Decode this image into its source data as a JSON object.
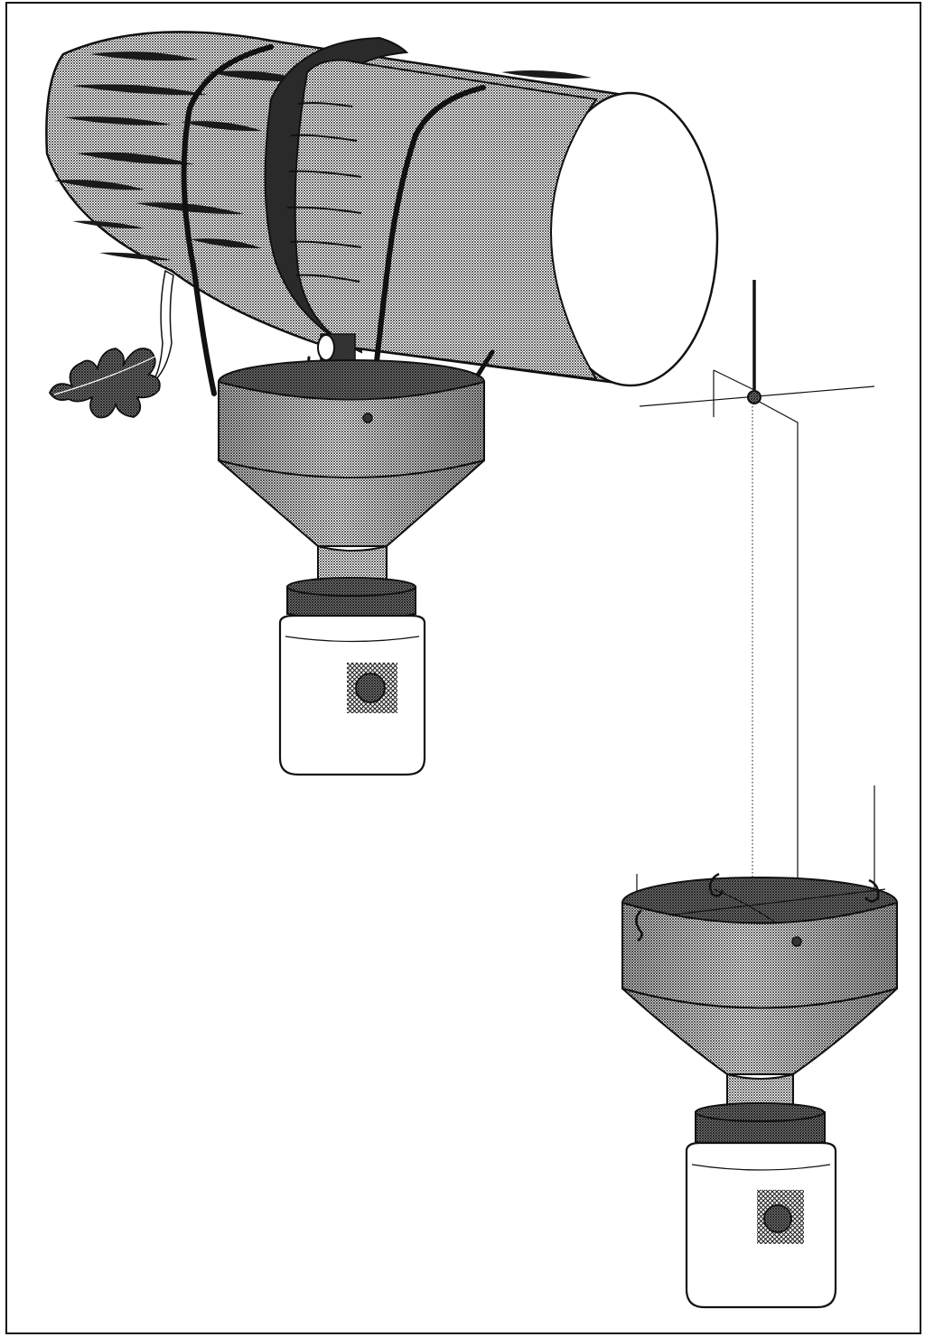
{
  "figure": {
    "kind": "line-art illustration",
    "subjects": [
      "trunk-emergence-trap-on-log",
      "hanging-funnel-trap"
    ],
    "colors": {
      "ink": "#111111",
      "stipple_light": "#c8c8c8",
      "stipple_mid": "#9a9a9a",
      "stipple_dark": "#6e6e6e",
      "paper": "#ffffff"
    },
    "icons": [
      "oak-leaf-icon",
      "mesh-vent-icon",
      "hook-icon"
    ]
  }
}
